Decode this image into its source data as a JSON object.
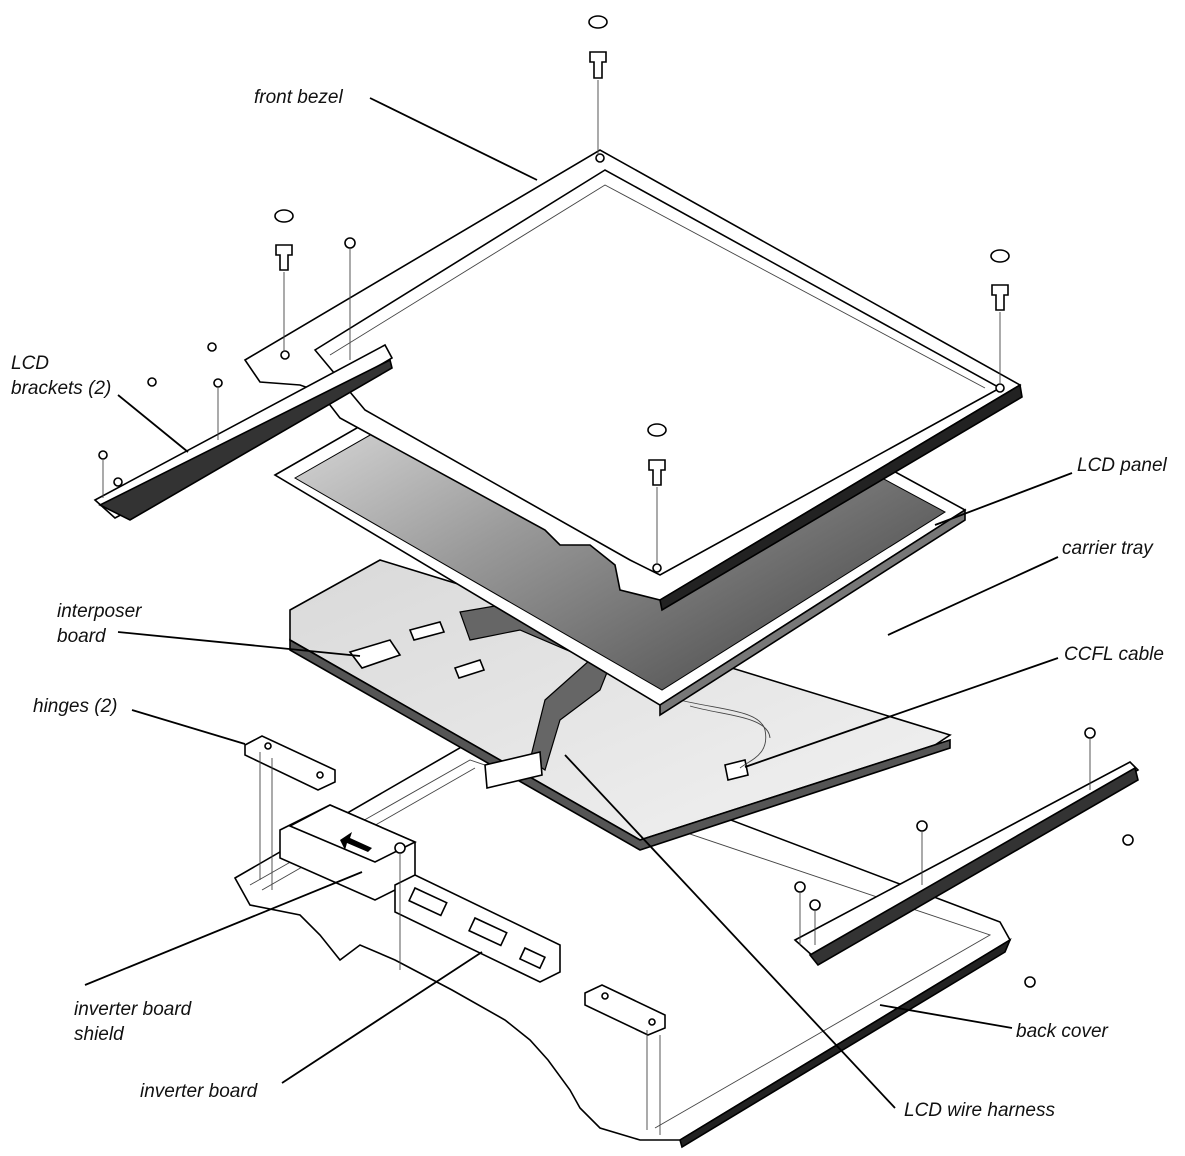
{
  "labels": {
    "front_bezel": "front bezel",
    "lcd_brackets_1": "LCD",
    "lcd_brackets_2": "brackets (2)",
    "lcd_panel": "LCD panel",
    "carrier_tray": "carrier tray",
    "interposer_board_1": "interposer",
    "interposer_board_2": "board",
    "ccfl_cable": "CCFL cable",
    "hinges": "hinges (2)",
    "inverter_board_shield_1": "inverter board",
    "inverter_board_shield_2": "shield",
    "inverter_board": "inverter board",
    "back_cover": "back cover",
    "lcd_wire_harness": "LCD wire harness"
  }
}
